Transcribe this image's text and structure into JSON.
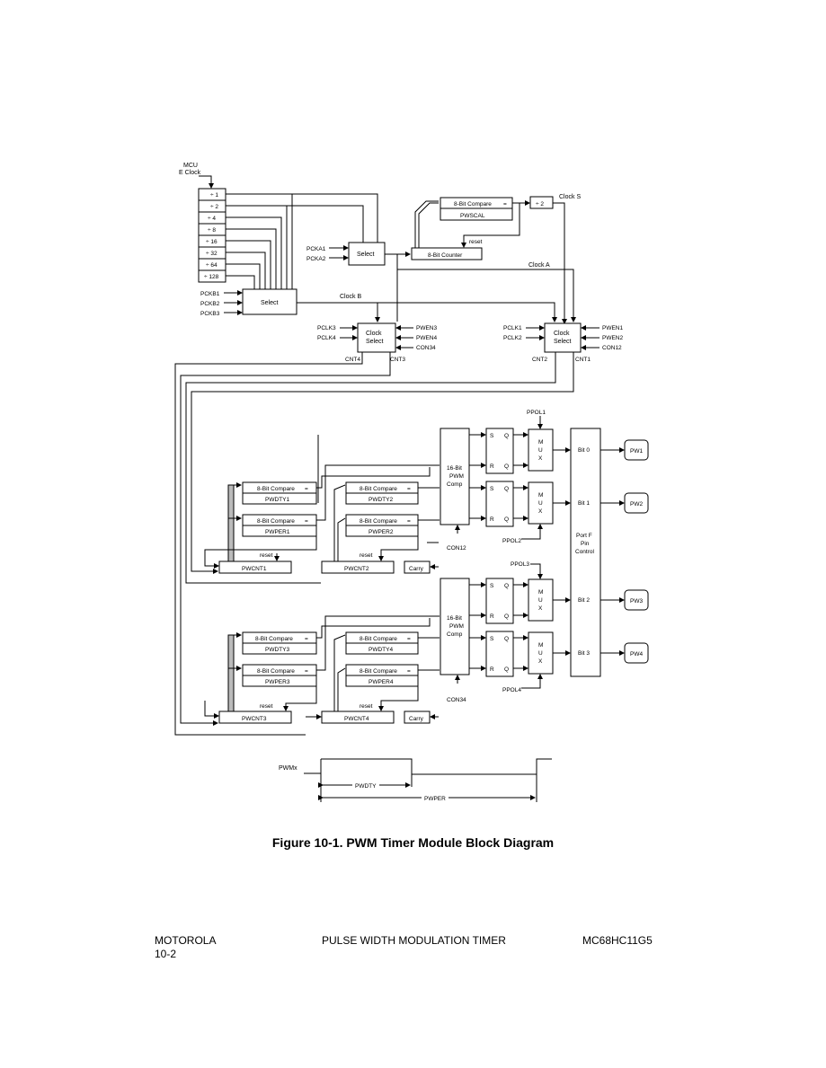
{
  "diagram": {
    "mcu_clock": [
      "MCU",
      "E Clock"
    ],
    "dividers": [
      "÷ 1",
      "÷ 2",
      "÷ 4",
      "÷ 8",
      "÷ 16",
      "÷ 32",
      "÷ 64",
      "÷ 128"
    ],
    "pcks_b": [
      "PCKB1",
      "PCKB2",
      "PCKB3"
    ],
    "pcks_a": [
      "PCKA1",
      "PCKA2"
    ],
    "select": "Select",
    "compare_8bit": "8-Bit Compare",
    "eq": "=",
    "pwscal": "PWSCAL",
    "counter_8bit": "8-Bit Counter",
    "reset": "reset",
    "div2": "÷ 2",
    "clock_s": "Clock S",
    "clock_a": "Clock A",
    "clock_b": "Clock B",
    "clock_select": [
      "Clock",
      "Select"
    ],
    "pclk34": [
      "PCLK3",
      "PCLK4"
    ],
    "pwen34": [
      "PWEN3",
      "PWEN4",
      "CON34"
    ],
    "pclk12": [
      "PCLK1",
      "PCLK2"
    ],
    "pwen12": [
      "PWEN1",
      "PWEN2",
      "CON12"
    ],
    "cnt_labels": [
      "CNT4",
      "CNT3",
      "CNT2",
      "CNT1"
    ],
    "pwm16": [
      "16-Bit",
      "PWM",
      "Comp"
    ],
    "ppol": [
      "PPOL1",
      "PPOL2",
      "PPOL3",
      "PPOL4"
    ],
    "sr": [
      "S",
      "R",
      "Q",
      "Q"
    ],
    "mux": [
      "M",
      "U",
      "X"
    ],
    "bits": [
      "Bit 0",
      "Bit 1",
      "Bit 2",
      "Bit 3"
    ],
    "pwm_pins": [
      "PW1",
      "PW2",
      "PW3",
      "PW4"
    ],
    "portf": [
      "Port F",
      "Pin",
      "Control"
    ],
    "regs": [
      "PWDTY1",
      "PWPER1",
      "PWDTY2",
      "PWPER2",
      "PWDTY3",
      "PWPER3",
      "PWDTY4",
      "PWPER4"
    ],
    "counters": [
      "PWCNT1",
      "PWCNT2",
      "PWCNT3",
      "PWCNT4"
    ],
    "carry": "Carry",
    "con": [
      "CON12",
      "CON34"
    ],
    "wave": {
      "pwmx": "PWMx",
      "pwdty": "PWDTY",
      "pwper": "PWPER"
    }
  },
  "caption": "Figure 10-1. PWM Timer Module Block Diagram",
  "footer": {
    "left": "MOTOROLA",
    "page": "10-2",
    "center": "PULSE WIDTH MODULATION TIMER",
    "right": "MC68HC11G5"
  }
}
